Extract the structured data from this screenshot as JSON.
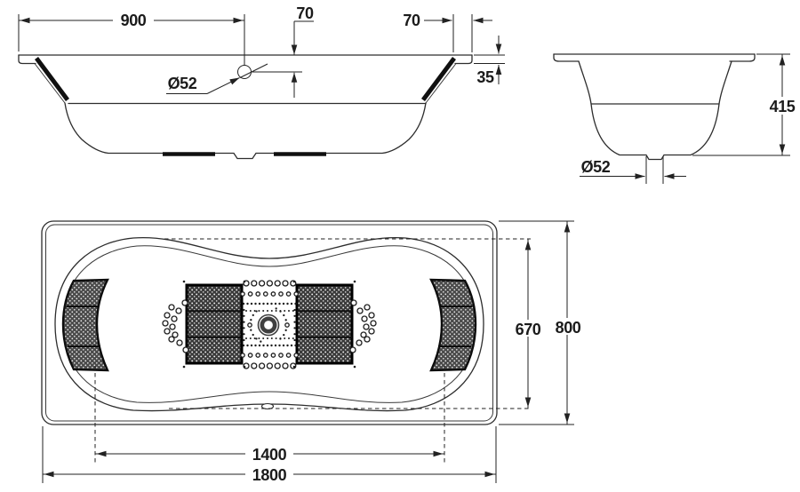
{
  "side_view": {
    "dim_900": "900",
    "dim_70_top": "70",
    "dim_70_right": "70",
    "dim_35": "35",
    "drain": "Ø52"
  },
  "end_view": {
    "dim_415": "415",
    "drain": "Ø52"
  },
  "plan_view": {
    "dim_670": "670",
    "dim_800": "800",
    "dim_1400": "1400",
    "dim_1800": "1800"
  }
}
